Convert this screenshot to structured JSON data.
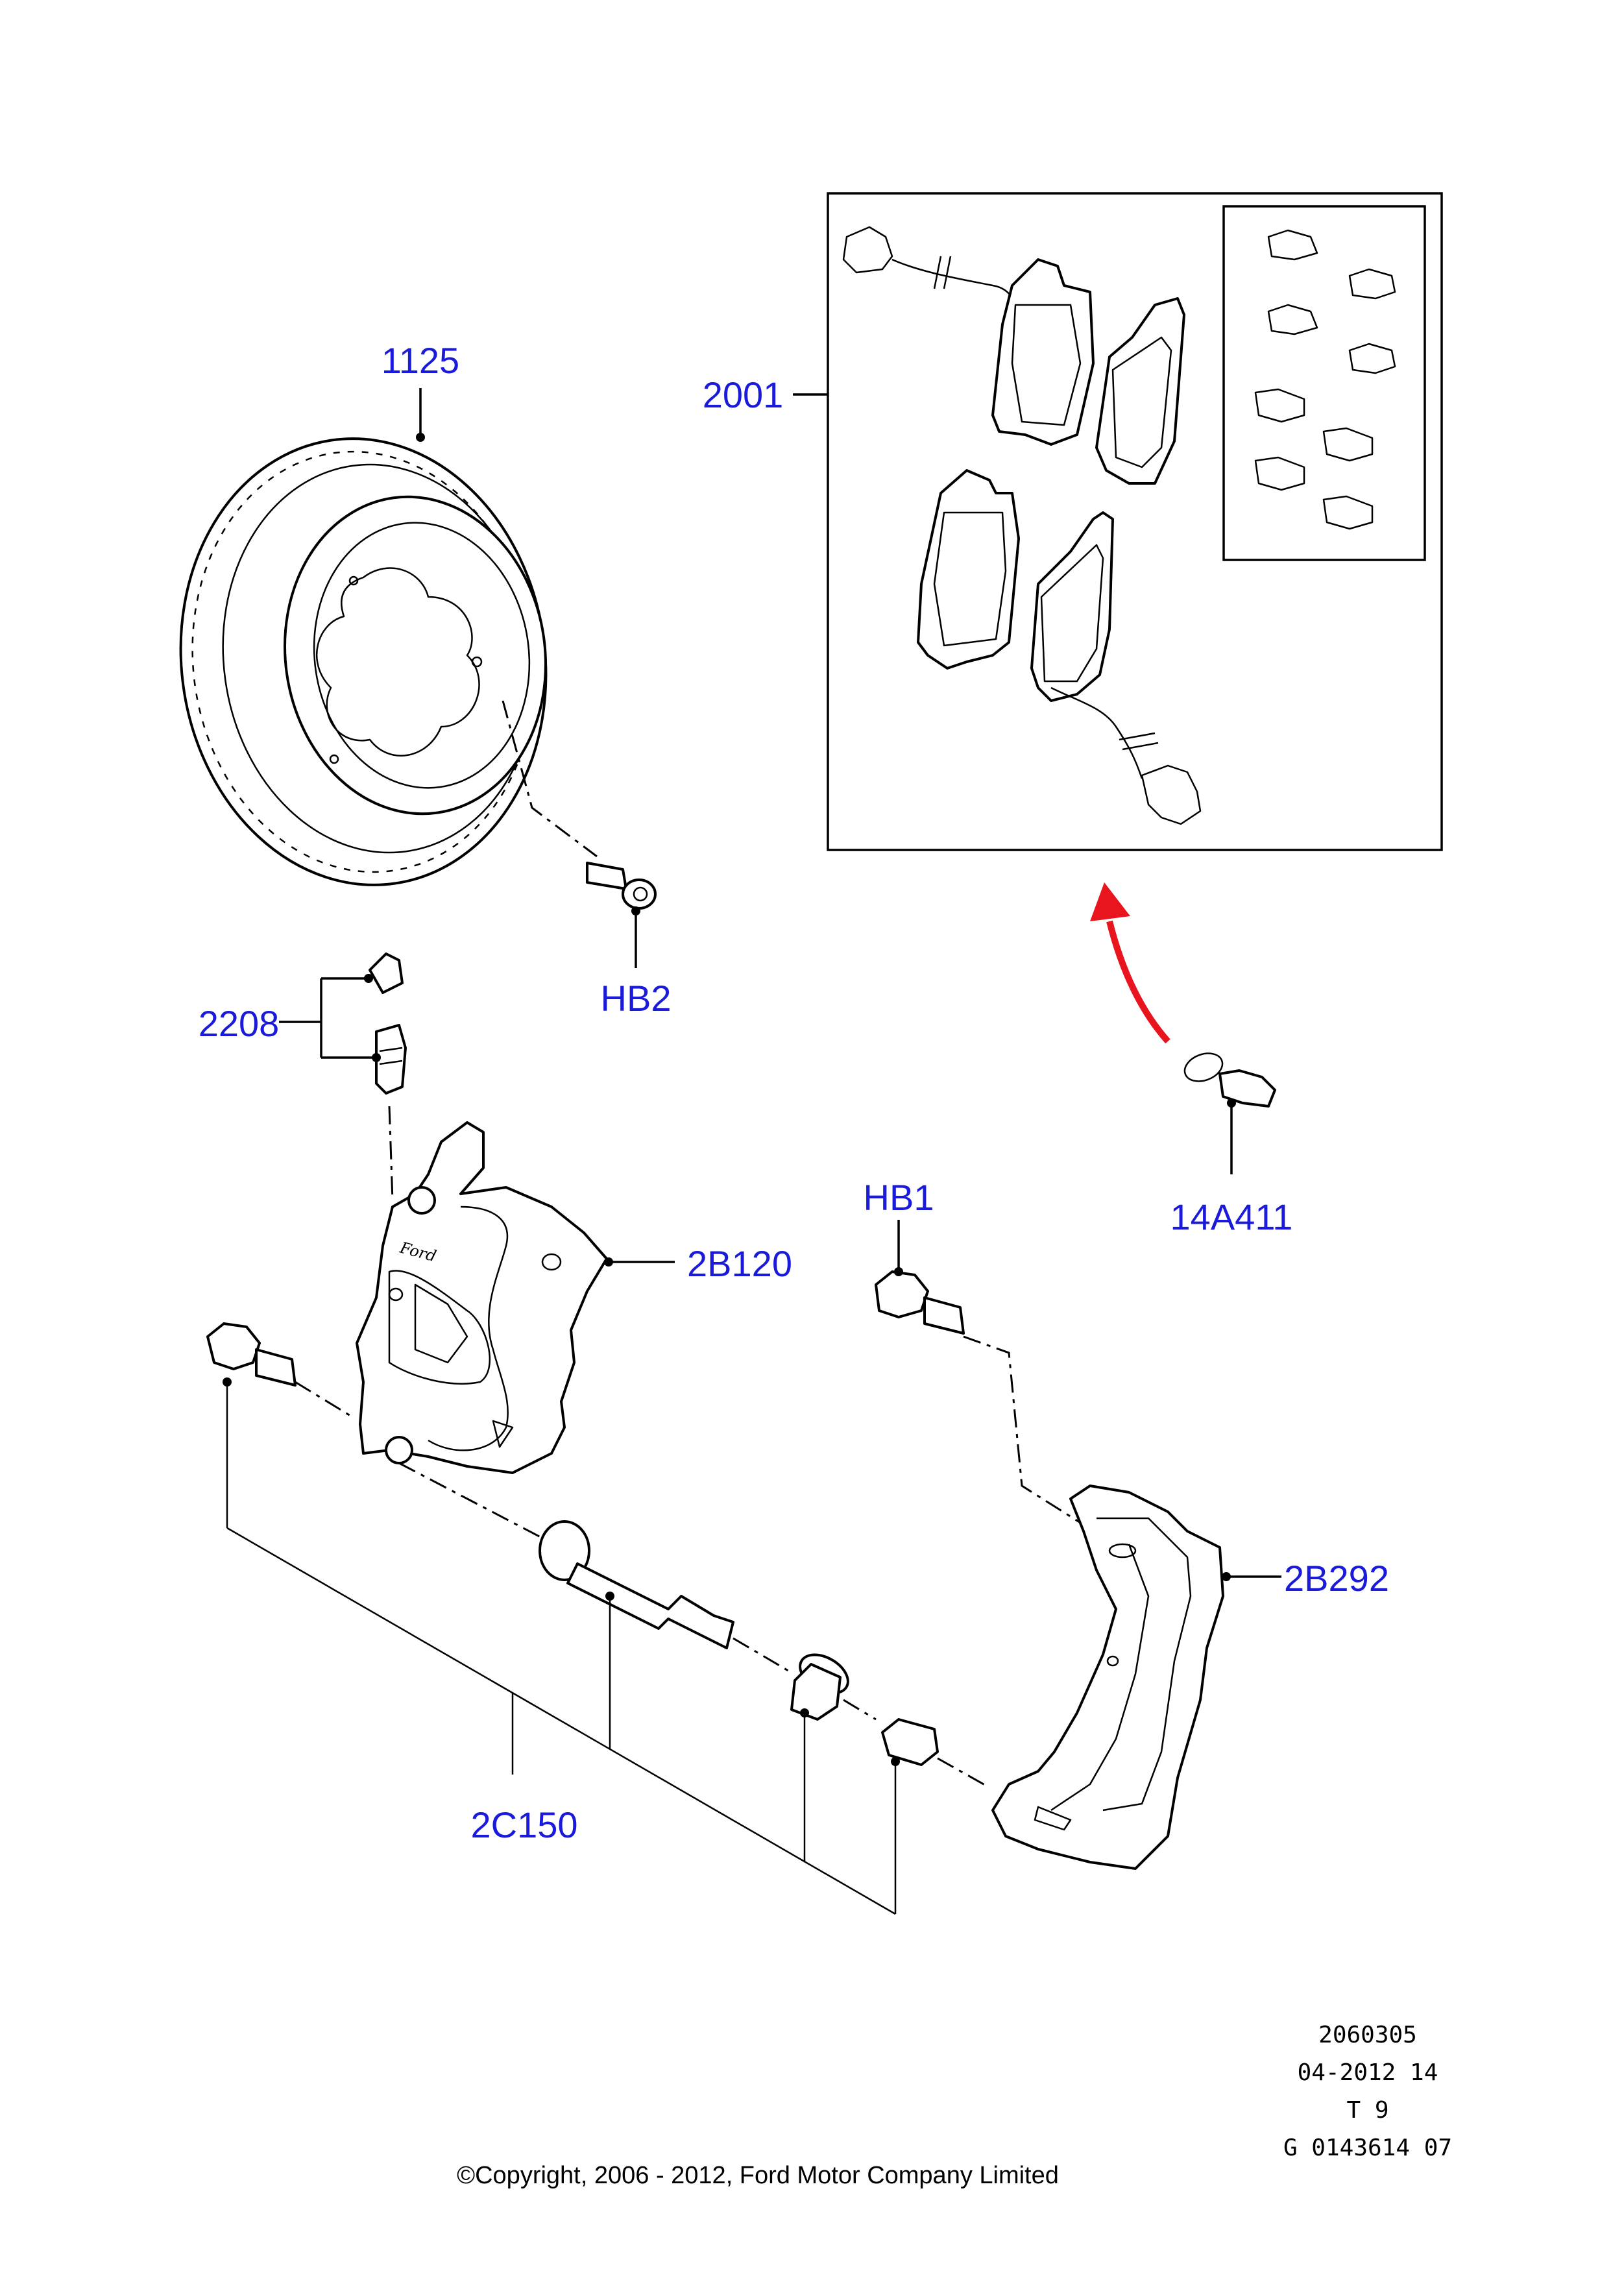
{
  "colors": {
    "label": "#1a1adb",
    "line": "#000000",
    "arrow": "#e8141e",
    "background": "#ffffff"
  },
  "callouts": {
    "c_1125": "1125",
    "c_2001": "2001",
    "c_2208": "2208",
    "c_hb2": "HB2",
    "c_hb1": "HB1",
    "c_14a411": "14A411",
    "c_2b120": "2B120",
    "c_2b292": "2B292",
    "c_2c150": "2C150"
  },
  "reference": {
    "line1": "2060305",
    "line2": "04-2012 14",
    "line3": "T 9",
    "line4": "G 0143614 07"
  },
  "copyright": "©Copyright, 2006 - 2012, Ford Motor Company Limited",
  "marks": {
    "caliper_logo": "Ford"
  }
}
